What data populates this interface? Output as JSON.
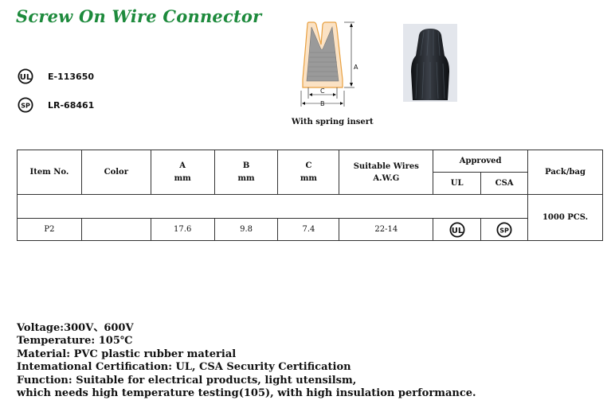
{
  "title": "Screw On Wire Connector",
  "certifications": [
    {
      "icon": "ul-logo-icon",
      "code": "E-113650"
    },
    {
      "icon": "csa-logo-icon",
      "code": "LR-68461"
    }
  ],
  "diagram": {
    "labels": {
      "a": "A",
      "b": "B",
      "c": "C"
    },
    "caption": "With spring insert"
  },
  "table": {
    "headers": {
      "item_no": "Item No.",
      "color": "Color",
      "a": "A",
      "b": "B",
      "c": "C",
      "unit": "mm",
      "wires_line1": "Suitable Wires",
      "wires_line2": "A.W.G",
      "approved": "Approved",
      "ul": "UL",
      "csa": "CSA",
      "pack": "Pack/bag"
    },
    "rows": [
      {
        "item_no": "P2",
        "color": "",
        "a": "17.6",
        "b": "9.8",
        "c": "7.4",
        "awg": "22-14",
        "ul_icon": "ul-logo-icon",
        "csa_icon": "csa-logo-icon",
        "pack": "1000 PCS."
      }
    ]
  },
  "specs": [
    "Voltage:300V、600V",
    "Temperature: 105℃",
    "Material: PVC plastic rubber material",
    "Intemational Certification: UL, CSA Security Certification",
    "Function: Suitable for electrical products, light utensilsm,",
    "which needs high temperature testing(105), with high insulation performance."
  ],
  "colors": {
    "title": "#1d8a3c",
    "connector": "#1c1f24",
    "insert": "#9a9a9a",
    "outline": "#e8a040"
  }
}
